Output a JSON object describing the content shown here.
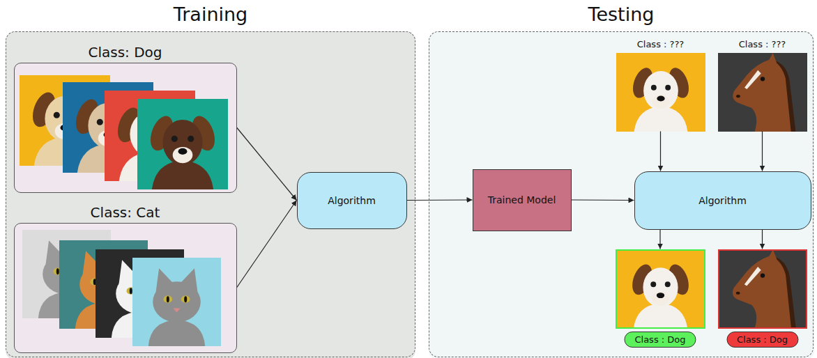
{
  "diagram": {
    "nodes": [
      {
        "text": [
          "Training"
        ]
      },
      {
        "text": [
          "Class: Dog"
        ],
        "in": 0
      },
      {
        "text": [
          "Class: Cat"
        ],
        "in": 0
      },
      {
        "text": [
          "Algorithm"
        ],
        "in": 0
      },
      {
        "text": [
          "Testing"
        ]
      },
      {
        "text": [
          "Trained Model"
        ],
        "in": 4
      },
      {
        "text": [
          "Class : ???"
        ],
        "in": 4
      },
      {
        "text": [
          "Class : ???"
        ],
        "in": 4
      },
      {
        "text": [
          "Algorithm"
        ],
        "in": 4
      },
      {
        "text": [
          "Class : Dog"
        ],
        "in": 4
      },
      {
        "text": [
          "Class : Dog"
        ],
        "in": 4
      }
    ],
    "edges": [
      {
        "from": 1,
        "to": 3,
        "arrow": "to"
      },
      {
        "from": 2,
        "to": 3,
        "arrow": "to"
      },
      {
        "from": 3,
        "to": 5,
        "arrow": "to"
      },
      {
        "from": 5,
        "to": 8,
        "arrow": "to"
      },
      {
        "from": 6,
        "to": 8,
        "arrow": "to"
      },
      {
        "from": 7,
        "to": 8,
        "arrow": "to"
      },
      {
        "from": 8,
        "to": 9,
        "arrow": "to"
      },
      {
        "from": 8,
        "to": 10,
        "arrow": "to"
      }
    ]
  }
}
